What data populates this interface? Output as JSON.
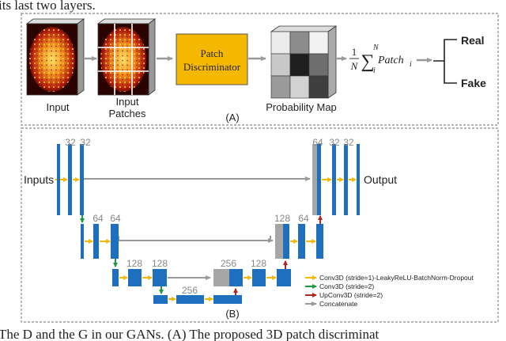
{
  "top_caption_fragment": "its last two layers.",
  "bottom_caption_fragment": "The D and the G in our GANs. (A) The proposed 3D patch discriminat",
  "panel_a": {
    "label": "(A)",
    "input_label": "Input",
    "patches_label_line1": "Input",
    "patches_label_line2": "Patches",
    "discriminator_line1": "Patch",
    "discriminator_line2": "Discriminator",
    "probability_label": "Probability Map",
    "formula": {
      "frac_num": "1",
      "frac_den": "N",
      "sum_top": "N",
      "sum_bottom": "i",
      "term": "Patch",
      "term_sub": "i"
    },
    "output_real": "Real",
    "output_fake": "Fake",
    "colors": {
      "discriminator_fill": "#f5b800",
      "arrow": "#999999"
    }
  },
  "panel_b": {
    "label": "(B)",
    "inputs_label": "Inputs",
    "output_label": "Output",
    "channels": {
      "enc1": [
        "32",
        "32"
      ],
      "enc2": [
        "64",
        "64"
      ],
      "enc3": [
        "128",
        "128"
      ],
      "bottom": "256",
      "dec3": [
        "256",
        "128"
      ],
      "dec2": [
        "128",
        "64"
      ],
      "dec1": [
        "64",
        "32",
        "32"
      ]
    },
    "legend": [
      {
        "text": "Conv3D (stride=1)-LeakyReLU-BatchNorm-Dropout",
        "color": "#f5b800"
      },
      {
        "text": "Conv3D (stride=2)",
        "color": "#1a9c3e"
      },
      {
        "text": "UpConv3D (stride=2)",
        "color": "#b3261e"
      },
      {
        "text": "Concatenate",
        "color": "#999999"
      }
    ],
    "colors": {
      "block": "#1f6fbf",
      "concat_block": "#a6a6a6"
    }
  }
}
